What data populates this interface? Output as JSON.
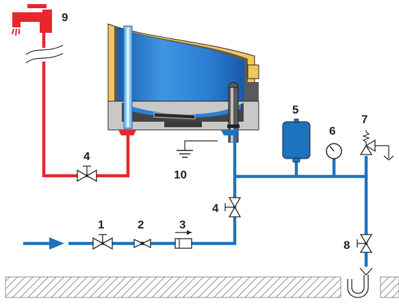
{
  "labels": {
    "l1": "1",
    "l2": "2",
    "l3": "3",
    "l4a": "4",
    "l4b": "4",
    "l5": "5",
    "l6": "6",
    "l7": "7",
    "l8": "8",
    "l9": "9",
    "l10": "10"
  },
  "colors": {
    "hot_pipe": "#e8262b",
    "cold_pipe": "#1e73be",
    "tank_water": "#2b7fd4",
    "tank_water_light": "#7ec3ef",
    "insulation": "#f2c85b",
    "casing": "#5a5a5a",
    "ground_hatch": "#8a8a8a",
    "line": "#231f20"
  }
}
